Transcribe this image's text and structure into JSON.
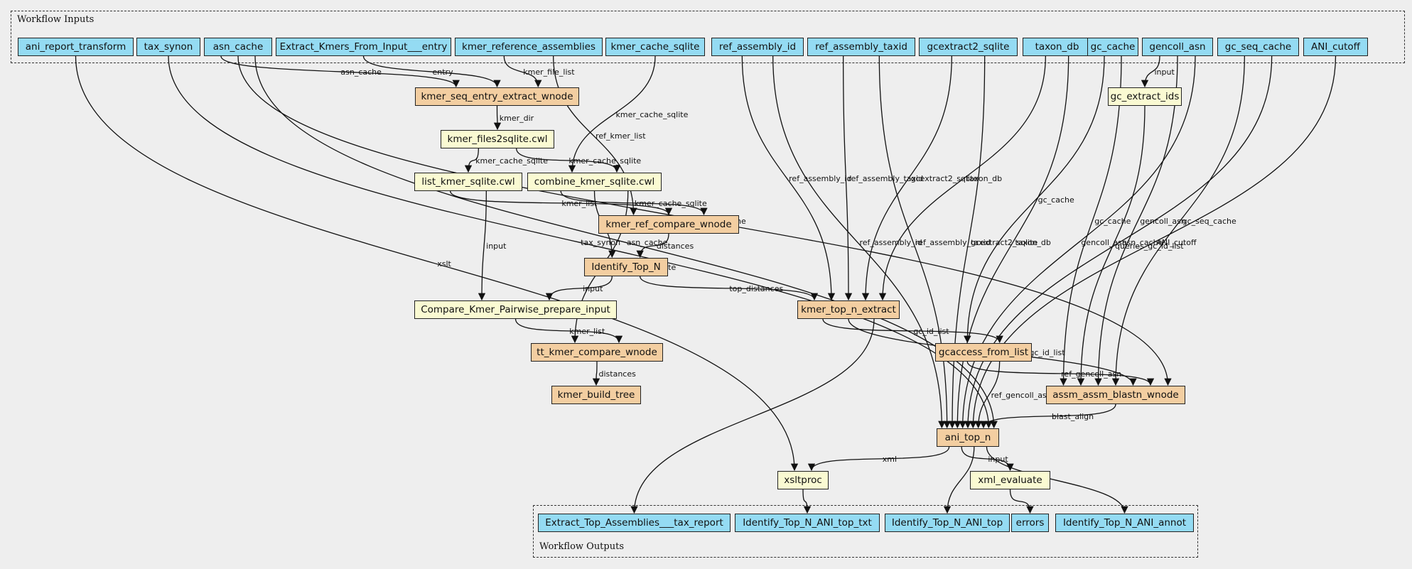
{
  "clusters": {
    "inputs_label": "Workflow Inputs",
    "outputs_label": "Workflow Outputs"
  },
  "colors": {
    "io": "#94dbf3",
    "step": "#f3cea1",
    "tool": "#fafad2",
    "background": "#eeeeee"
  },
  "nodes": [
    {
      "id": "ani_report_transform",
      "label": "ani_report_transform",
      "kind": "io"
    },
    {
      "id": "tax_synon",
      "label": "tax_synon",
      "kind": "io"
    },
    {
      "id": "asn_cache",
      "label": "asn_cache",
      "kind": "io"
    },
    {
      "id": "extract_kmers_entry",
      "label": "Extract_Kmers_From_Input___entry",
      "kind": "io"
    },
    {
      "id": "kmer_reference_assemblies",
      "label": "kmer_reference_assemblies",
      "kind": "io"
    },
    {
      "id": "kmer_cache_sqlite",
      "label": "kmer_cache_sqlite",
      "kind": "io"
    },
    {
      "id": "ref_assembly_id",
      "label": "ref_assembly_id",
      "kind": "io"
    },
    {
      "id": "ref_assembly_taxid",
      "label": "ref_assembly_taxid",
      "kind": "io"
    },
    {
      "id": "gcextract2_sqlite",
      "label": "gcextract2_sqlite",
      "kind": "io"
    },
    {
      "id": "taxon_db",
      "label": "taxon_db",
      "kind": "io"
    },
    {
      "id": "gc_cache",
      "label": "gc_cache",
      "kind": "io"
    },
    {
      "id": "gencoll_asn",
      "label": "gencoll_asn",
      "kind": "io"
    },
    {
      "id": "gc_seq_cache",
      "label": "gc_seq_cache",
      "kind": "io"
    },
    {
      "id": "ani_cutoff",
      "label": "ANI_cutoff",
      "kind": "io"
    },
    {
      "id": "kmer_seq_entry_extract_wnode",
      "label": "kmer_seq_entry_extract_wnode",
      "kind": "step"
    },
    {
      "id": "gc_extract_ids",
      "label": "gc_extract_ids",
      "kind": "tool"
    },
    {
      "id": "kmer_files2sqlite",
      "label": "kmer_files2sqlite.cwl",
      "kind": "tool"
    },
    {
      "id": "list_kmer_sqlite",
      "label": "list_kmer_sqlite.cwl",
      "kind": "tool"
    },
    {
      "id": "combine_kmer_sqlite",
      "label": "combine_kmer_sqlite.cwl",
      "kind": "tool"
    },
    {
      "id": "kmer_ref_compare_wnode",
      "label": "kmer_ref_compare_wnode",
      "kind": "step"
    },
    {
      "id": "identify_top_n",
      "label": "Identify_Top_N",
      "kind": "step"
    },
    {
      "id": "compare_kmer_pairwise",
      "label": "Compare_Kmer_Pairwise_prepare_input",
      "kind": "tool"
    },
    {
      "id": "kmer_top_n_extract",
      "label": "kmer_top_n_extract",
      "kind": "step"
    },
    {
      "id": "tt_kmer_compare_wnode",
      "label": "tt_kmer_compare_wnode",
      "kind": "step"
    },
    {
      "id": "gcaccess_from_list",
      "label": "gcaccess_from_list",
      "kind": "step"
    },
    {
      "id": "kmer_build_tree",
      "label": "kmer_build_tree",
      "kind": "step"
    },
    {
      "id": "assm_assm_blastn_wnode",
      "label": "assm_assm_blastn_wnode",
      "kind": "step"
    },
    {
      "id": "ani_top_n",
      "label": "ani_top_n",
      "kind": "step"
    },
    {
      "id": "xsltproc",
      "label": "xsltproc",
      "kind": "tool"
    },
    {
      "id": "xml_evaluate",
      "label": "xml_evaluate",
      "kind": "tool"
    },
    {
      "id": "out_tax_report",
      "label": "Extract_Top_Assemblies___tax_report",
      "kind": "io"
    },
    {
      "id": "out_top_txt",
      "label": "Identify_Top_N_ANI_top_txt",
      "kind": "io"
    },
    {
      "id": "out_top",
      "label": "Identify_Top_N_ANI_top",
      "kind": "io"
    },
    {
      "id": "out_errors",
      "label": "errors",
      "kind": "io"
    },
    {
      "id": "out_annot",
      "label": "Identify_Top_N_ANI_annot",
      "kind": "io"
    }
  ],
  "edges": [
    {
      "from": "asn_cache",
      "to": "kmer_seq_entry_extract_wnode",
      "label": "asn_cache"
    },
    {
      "from": "extract_kmers_entry",
      "to": "kmer_seq_entry_extract_wnode",
      "label": "entry"
    },
    {
      "from": "kmer_reference_assemblies",
      "to": "kmer_seq_entry_extract_wnode",
      "label": "kmer_file_list"
    },
    {
      "from": "kmer_seq_entry_extract_wnode",
      "to": "kmer_files2sqlite",
      "label": "kmer_dir"
    },
    {
      "from": "kmer_cache_sqlite",
      "to": "combine_kmer_sqlite",
      "label": "kmer_cache_sqlite"
    },
    {
      "from": "kmer_reference_assemblies",
      "to": "kmer_ref_compare_wnode",
      "label": "ref_kmer_list"
    },
    {
      "from": "kmer_files2sqlite",
      "to": "list_kmer_sqlite",
      "label": "kmer_cache_sqlite"
    },
    {
      "from": "kmer_files2sqlite",
      "to": "combine_kmer_sqlite",
      "label": "kmer_cache_sqlite"
    },
    {
      "from": "list_kmer_sqlite",
      "to": "kmer_ref_compare_wnode",
      "label": "kmer_list"
    },
    {
      "from": "combine_kmer_sqlite",
      "to": "kmer_ref_compare_wnode",
      "label": "kmer_cache_sqlite"
    },
    {
      "from": "combine_kmer_sqlite",
      "to": "identify_top_n",
      "label": "kmer_cache_sqlite"
    },
    {
      "from": "combine_kmer_sqlite",
      "to": "tt_kmer_compare_wnode",
      "label": "kmer_cache_sqlite"
    },
    {
      "from": "kmer_ref_compare_wnode",
      "to": "identify_top_n",
      "label": "distances"
    },
    {
      "from": "list_kmer_sqlite",
      "to": "compare_kmer_pairwise",
      "label": "input"
    },
    {
      "from": "identify_top_n",
      "to": "compare_kmer_pairwise",
      "label": "input"
    },
    {
      "from": "identify_top_n",
      "to": "kmer_top_n_extract",
      "label": "top_distances"
    },
    {
      "from": "compare_kmer_pairwise",
      "to": "tt_kmer_compare_wnode",
      "label": "kmer_list"
    },
    {
      "from": "tt_kmer_compare_wnode",
      "to": "kmer_build_tree",
      "label": "distances"
    },
    {
      "from": "ref_assembly_id",
      "to": "kmer_top_n_extract",
      "label": "ref_assembly_id"
    },
    {
      "from": "ref_assembly_taxid",
      "to": "kmer_top_n_extract",
      "label": "ref_assembly_taxid"
    },
    {
      "from": "gcextract2_sqlite",
      "to": "kmer_top_n_extract",
      "label": "gcextract2_sqlite"
    },
    {
      "from": "taxon_db",
      "to": "kmer_top_n_extract",
      "label": "taxon_db"
    },
    {
      "from": "ref_assembly_id",
      "to": "ani_top_n",
      "label": "ref_assembly_id"
    },
    {
      "from": "ref_assembly_taxid",
      "to": "ani_top_n",
      "label": "ref_assembly_taxid"
    },
    {
      "from": "gcextract2_sqlite",
      "to": "ani_top_n",
      "label": "gcextract2_sqlite"
    },
    {
      "from": "taxon_db",
      "to": "ani_top_n",
      "label": "taxon_db"
    },
    {
      "from": "gc_cache",
      "to": "gcaccess_from_list",
      "label": "gc_cache"
    },
    {
      "from": "gc_cache",
      "to": "assm_assm_blastn_wnode",
      "label": "gc_cache"
    },
    {
      "from": "gencoll_asn",
      "to": "gc_extract_ids",
      "label": "input"
    },
    {
      "from": "gc_extract_ids",
      "to": "assm_assm_blastn_wnode",
      "label": "queries_gc_id_list"
    },
    {
      "from": "gencoll_asn",
      "to": "assm_assm_blastn_wnode",
      "label": "gencoll_asn"
    },
    {
      "from": "gencoll_asn",
      "to": "ani_top_n",
      "label": "gencoll_asn"
    },
    {
      "from": "gc_seq_cache",
      "to": "assm_assm_blastn_wnode",
      "label": "gc_seq_cache"
    },
    {
      "from": "gc_seq_cache",
      "to": "ani_top_n",
      "label": "asn_cache"
    },
    {
      "from": "ani_cutoff",
      "to": "ani_top_n",
      "label": "ANI_cutoff"
    },
    {
      "from": "kmer_top_n_extract",
      "to": "gcaccess_from_list",
      "label": "gc_id_list"
    },
    {
      "from": "kmer_top_n_extract",
      "to": "assm_assm_blastn_wnode",
      "label": "subjects_gc_id_list"
    },
    {
      "from": "kmer_top_n_extract",
      "to": "out_tax_report",
      "label": ""
    },
    {
      "from": "gcaccess_from_list",
      "to": "assm_assm_blastn_wnode",
      "label": "ref_gencoll_asn"
    },
    {
      "from": "gcaccess_from_list",
      "to": "ani_top_n",
      "label": "ref_gencoll_asn"
    },
    {
      "from": "asn_cache",
      "to": "assm_assm_blastn_wnode",
      "label": "asn_cache"
    },
    {
      "from": "assm_assm_blastn_wnode",
      "to": "ani_top_n",
      "label": "blast_align"
    },
    {
      "from": "tax_synon",
      "to": "ani_top_n",
      "label": "tax_synon"
    },
    {
      "from": "asn_cache",
      "to": "ani_top_n",
      "label": "asn_cache"
    },
    {
      "from": "ani_report_transform",
      "to": "xsltproc",
      "label": "xslt"
    },
    {
      "from": "ani_top_n",
      "to": "xsltproc",
      "label": "xml"
    },
    {
      "from": "ani_top_n",
      "to": "xml_evaluate",
      "label": "input"
    },
    {
      "from": "ani_top_n",
      "to": "out_top",
      "label": ""
    },
    {
      "from": "ani_top_n",
      "to": "out_annot",
      "label": ""
    },
    {
      "from": "xsltproc",
      "to": "out_top_txt",
      "label": ""
    },
    {
      "from": "xml_evaluate",
      "to": "out_errors",
      "label": ""
    }
  ]
}
